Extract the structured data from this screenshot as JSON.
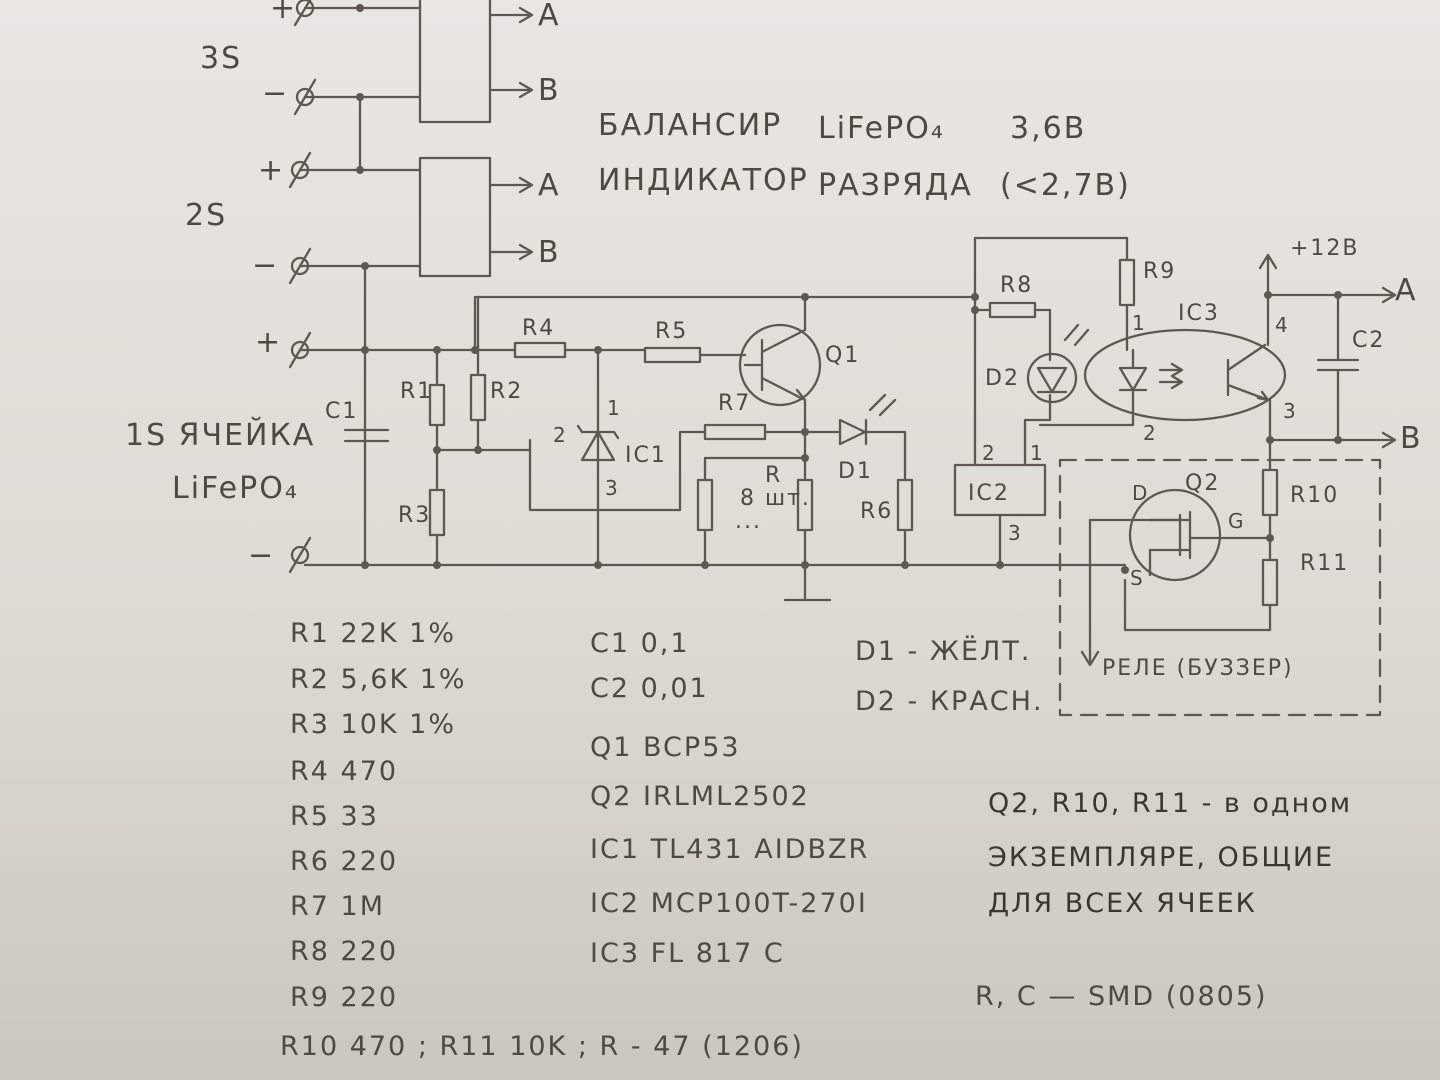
{
  "title": {
    "line1": [
      "БАЛАНСИР",
      "LiFePO₄",
      "3,6В"
    ],
    "line2": [
      "ИНДИКАТОР",
      "РАЗРЯДА",
      "(<2,7В)"
    ]
  },
  "cells": {
    "cell3": "3S",
    "cell2": "2S",
    "cell1": "1S ЯЧЕЙКА",
    "cell1_chem": "LiFePO₄",
    "plus": "+",
    "minus": "−",
    "out_a": "A",
    "out_b": "B"
  },
  "components": {
    "C1": "C1",
    "R1": "R1",
    "R2": "R2",
    "R3": "R3",
    "R4": "R4",
    "R5": "R5",
    "R6": "R6",
    "R7": "R7",
    "R8": "R8",
    "R9": "R9",
    "R10": "R10",
    "R11": "R11",
    "Q1": "Q1",
    "Q2": "Q2",
    "IC1": "IC1",
    "IC2": "IC2",
    "IC3": "IC3",
    "D1": "D1",
    "D2": "D2",
    "C2": "C2",
    "R_bank": "R",
    "R_bank_count": "8 шт.",
    "R_bank_dots": "...",
    "supply": "+12В",
    "relay": "РЕЛЕ (БУЗЗЕР)",
    "q2_d": "D",
    "q2_g": "G",
    "q2_s": "S"
  },
  "pins": {
    "p1": "1",
    "p2": "2",
    "p3": "3",
    "p4": "4"
  },
  "parts_resistors": [
    "R1  22K  1%",
    "R2  5,6K  1%",
    "R3  10K  1%",
    "R4  470",
    "R5  33",
    "R6  220",
    "R7  1M",
    "R8  220",
    "R9  220",
    "R10  470 ; R11 10K ; R - 47  (1206)"
  ],
  "parts_other": [
    "C1  0,1",
    "C2  0,01",
    "Q1  BCP53",
    "Q2  IRLML2502",
    "IC1  TL431 AIDBZR",
    "IC2  MCP100T-270I",
    "IC3  FL 817 C"
  ],
  "parts_leds": [
    "D1 - ЖЁЛТ.",
    "D2 - КРАСН."
  ],
  "notes": [
    "Q2, R10, R11 - в одном",
    "ЭКЗЕМПЛЯРЕ, ОБЩИЕ",
    "ДЛЯ ВСЕХ ЯЧЕЕК"
  ],
  "smd_note": "R, C — SMD (0805)"
}
